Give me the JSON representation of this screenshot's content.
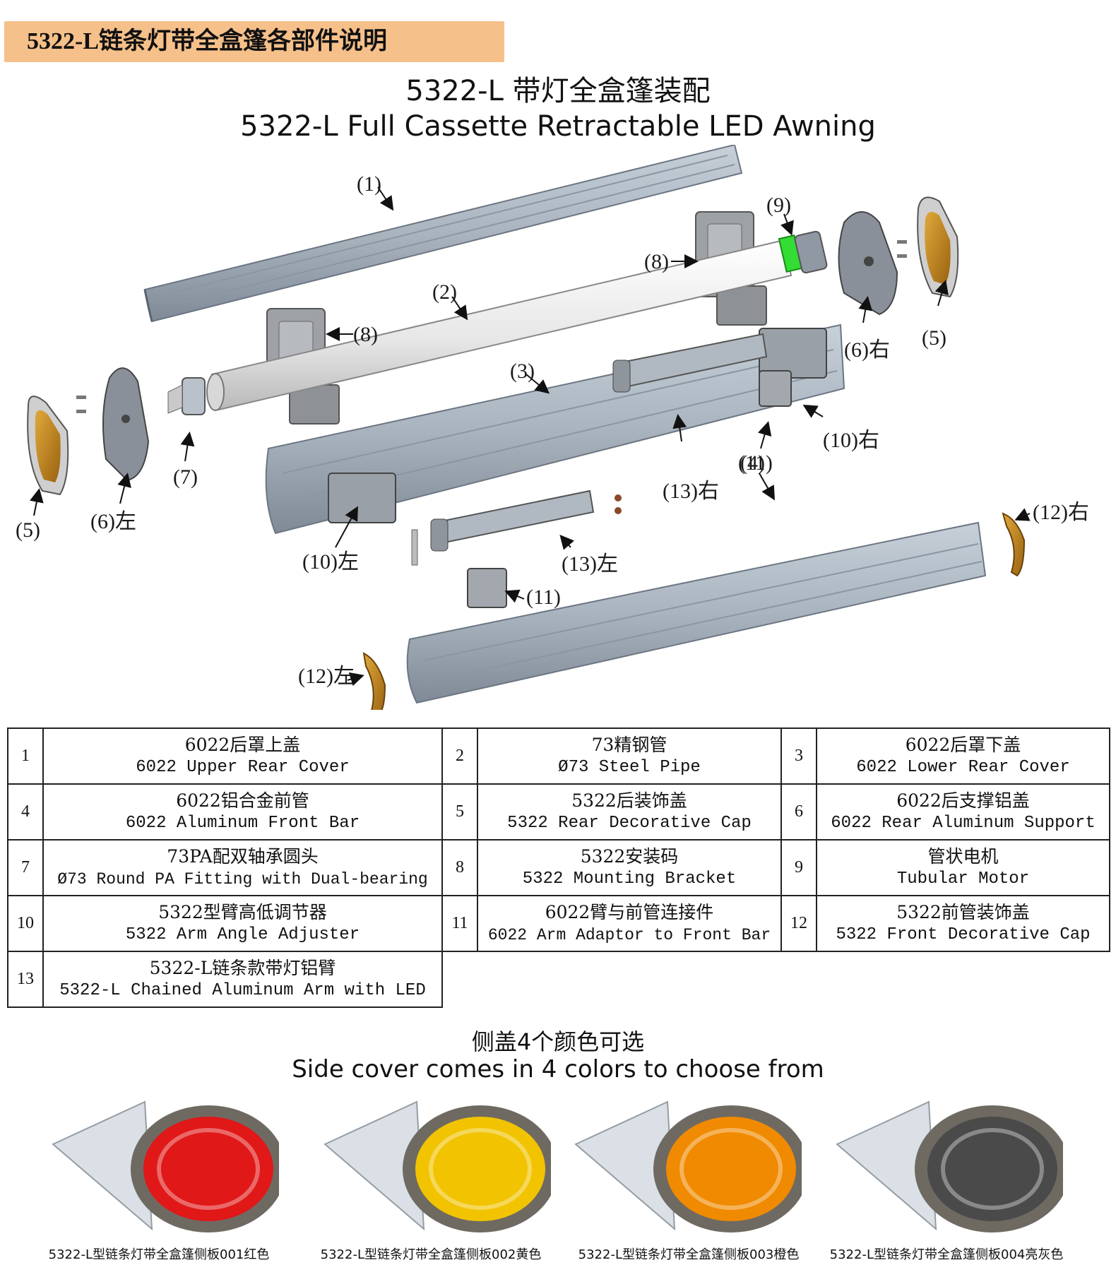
{
  "header": {
    "banner": "5322-L链条灯带全盒篷各部件说明",
    "title_cn": "5322-L 带灯全盒篷装配",
    "title_en": "5322-L Full Cassette Retractable LED Awning"
  },
  "callouts": {
    "c1": "(1)",
    "c2": "(2)",
    "c3": "(3)",
    "c4": "(4)",
    "c5a": "(5)",
    "c5b": "(5)",
    "c6r": "(6)右",
    "c6l": "(6)左",
    "c7": "(7)",
    "c8a": "(8)",
    "c8b": "(8)",
    "c9": "(9)",
    "c10r": "(10)右",
    "c10l": "(10)左",
    "c11a": "(11)",
    "c11b": "(11)",
    "c12r": "(12)右",
    "c12l": "(12)左",
    "c13r": "(13)右",
    "c13l": "(13)左"
  },
  "parts": [
    {
      "no": "1",
      "cn": "6022后罩上盖",
      "en": "6022 Upper Rear Cover"
    },
    {
      "no": "2",
      "cn": "73精钢管",
      "en": "Ø73 Steel Pipe"
    },
    {
      "no": "3",
      "cn": "6022后罩下盖",
      "en": "6022 Lower Rear Cover"
    },
    {
      "no": "4",
      "cn": "6022铝合金前管",
      "en": "6022 Aluminum Front Bar"
    },
    {
      "no": "5",
      "cn": "5322后装饰盖",
      "en": "5322 Rear Decorative Cap"
    },
    {
      "no": "6",
      "cn": "6022后支撑铝盖",
      "en": "6022 Rear Aluminum Support"
    },
    {
      "no": "7",
      "cn": "73PA配双轴承圆头",
      "en": "Ø73 Round PA Fitting with Dual-bearing"
    },
    {
      "no": "8",
      "cn": "5322安装码",
      "en": "5322 Mounting Bracket"
    },
    {
      "no": "9",
      "cn": "管状电机",
      "en": "Tubular Motor"
    },
    {
      "no": "10",
      "cn": "5322型臂高低调节器",
      "en": "5322 Arm Angle Adjuster"
    },
    {
      "no": "11",
      "cn": "6022臂与前管连接件",
      "en": "6022 Arm Adaptor to Front Bar"
    },
    {
      "no": "12",
      "cn": "5322前管装饰盖",
      "en": "5322 Front Decorative Cap"
    },
    {
      "no": "13",
      "cn": "5322-L链条款带灯铝臂",
      "en": "5322-L Chained Aluminum Arm with LED"
    }
  ],
  "colors": {
    "title_cn": "侧盖4个颜色可选",
    "title_en": "Side cover comes in 4 colors to choose from",
    "items": [
      {
        "caption": "5322-L型链条灯带全盒篷侧板001红色",
        "color": "#e01818"
      },
      {
        "caption": "5322-L型链条灯带全盒篷侧板002黄色",
        "color": "#f2c300"
      },
      {
        "caption": "5322-L型链条灯带全盒篷侧板003橙色",
        "color": "#f08a00"
      },
      {
        "caption": "5322-L型链条灯带全盒篷侧板004亮灰色",
        "color": "#4a4a4a"
      }
    ]
  },
  "palette": {
    "aluminum": "#a9b4bf",
    "aluminum_dark": "#7f8a96",
    "pipe": "#eeeeee",
    "motor_green": "#33dd33",
    "bracket": "#9ea1a6",
    "cap_gold": "#c88a1c"
  }
}
